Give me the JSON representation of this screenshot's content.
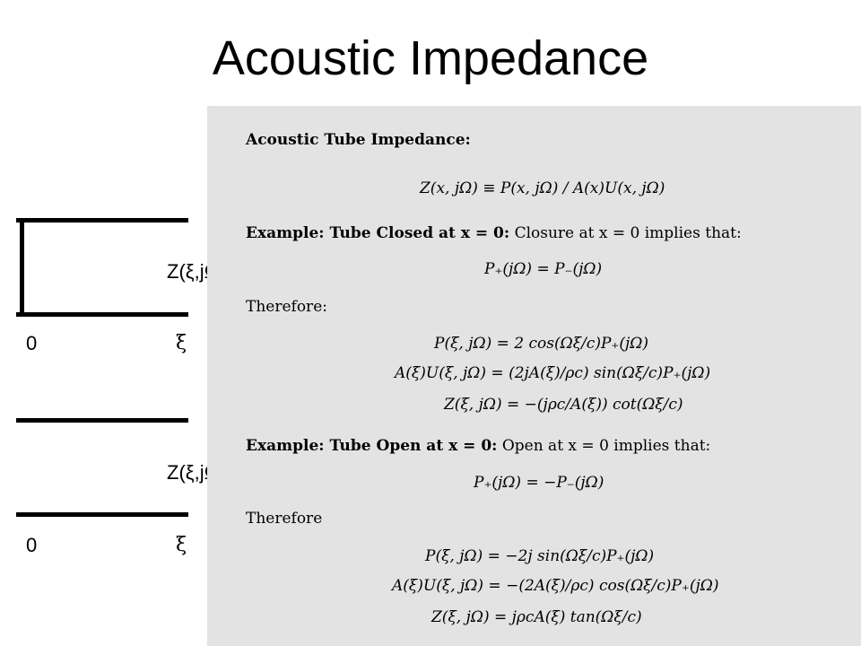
{
  "title": "Acoustic Impedance",
  "diagram_closed": {
    "impedance_label": "Z(ξ,jΩ)",
    "origin_label": "0",
    "position_label": "ξ"
  },
  "diagram_open": {
    "impedance_label": "Z(ξ,jΩ)",
    "origin_label": "0",
    "position_label": "ξ"
  },
  "panel": {
    "heading": "Acoustic Tube Impedance:",
    "definition_eq": "Z(x, jΩ) ≡ P(x, jΩ) / A(x)U(x, jΩ)",
    "closed_title": "Example: Tube Closed at x = 0:",
    "closed_text": "Closure at x = 0 implies that:",
    "closed_condition": "P₊(jΩ) = P₋(jΩ)",
    "therefore_1": "Therefore:",
    "closed_eq_1": "P(ξ, jΩ) = 2 cos(Ωξ/c)P₊(jΩ)",
    "closed_eq_2": "A(ξ)U(ξ, jΩ) = (2jA(ξ)/ρc) sin(Ωξ/c)P₊(jΩ)",
    "closed_eq_3": "Z(ξ, jΩ) = −(jρc/A(ξ)) cot(Ωξ/c)",
    "open_title": "Example: Tube Open at x = 0:",
    "open_text": "Open at x = 0 implies that:",
    "open_condition": "P₊(jΩ) = −P₋(jΩ)",
    "therefore_2": "Therefore",
    "open_eq_1": "P(ξ, jΩ) = −2j sin(Ωξ/c)P₊(jΩ)",
    "open_eq_2": "A(ξ)U(ξ, jΩ) = −(2A(ξ)/ρc) cos(Ωξ/c)P₊(jΩ)",
    "open_eq_3": "Z(ξ, jΩ) = jρcA(ξ) tan(Ωξ/c)"
  }
}
